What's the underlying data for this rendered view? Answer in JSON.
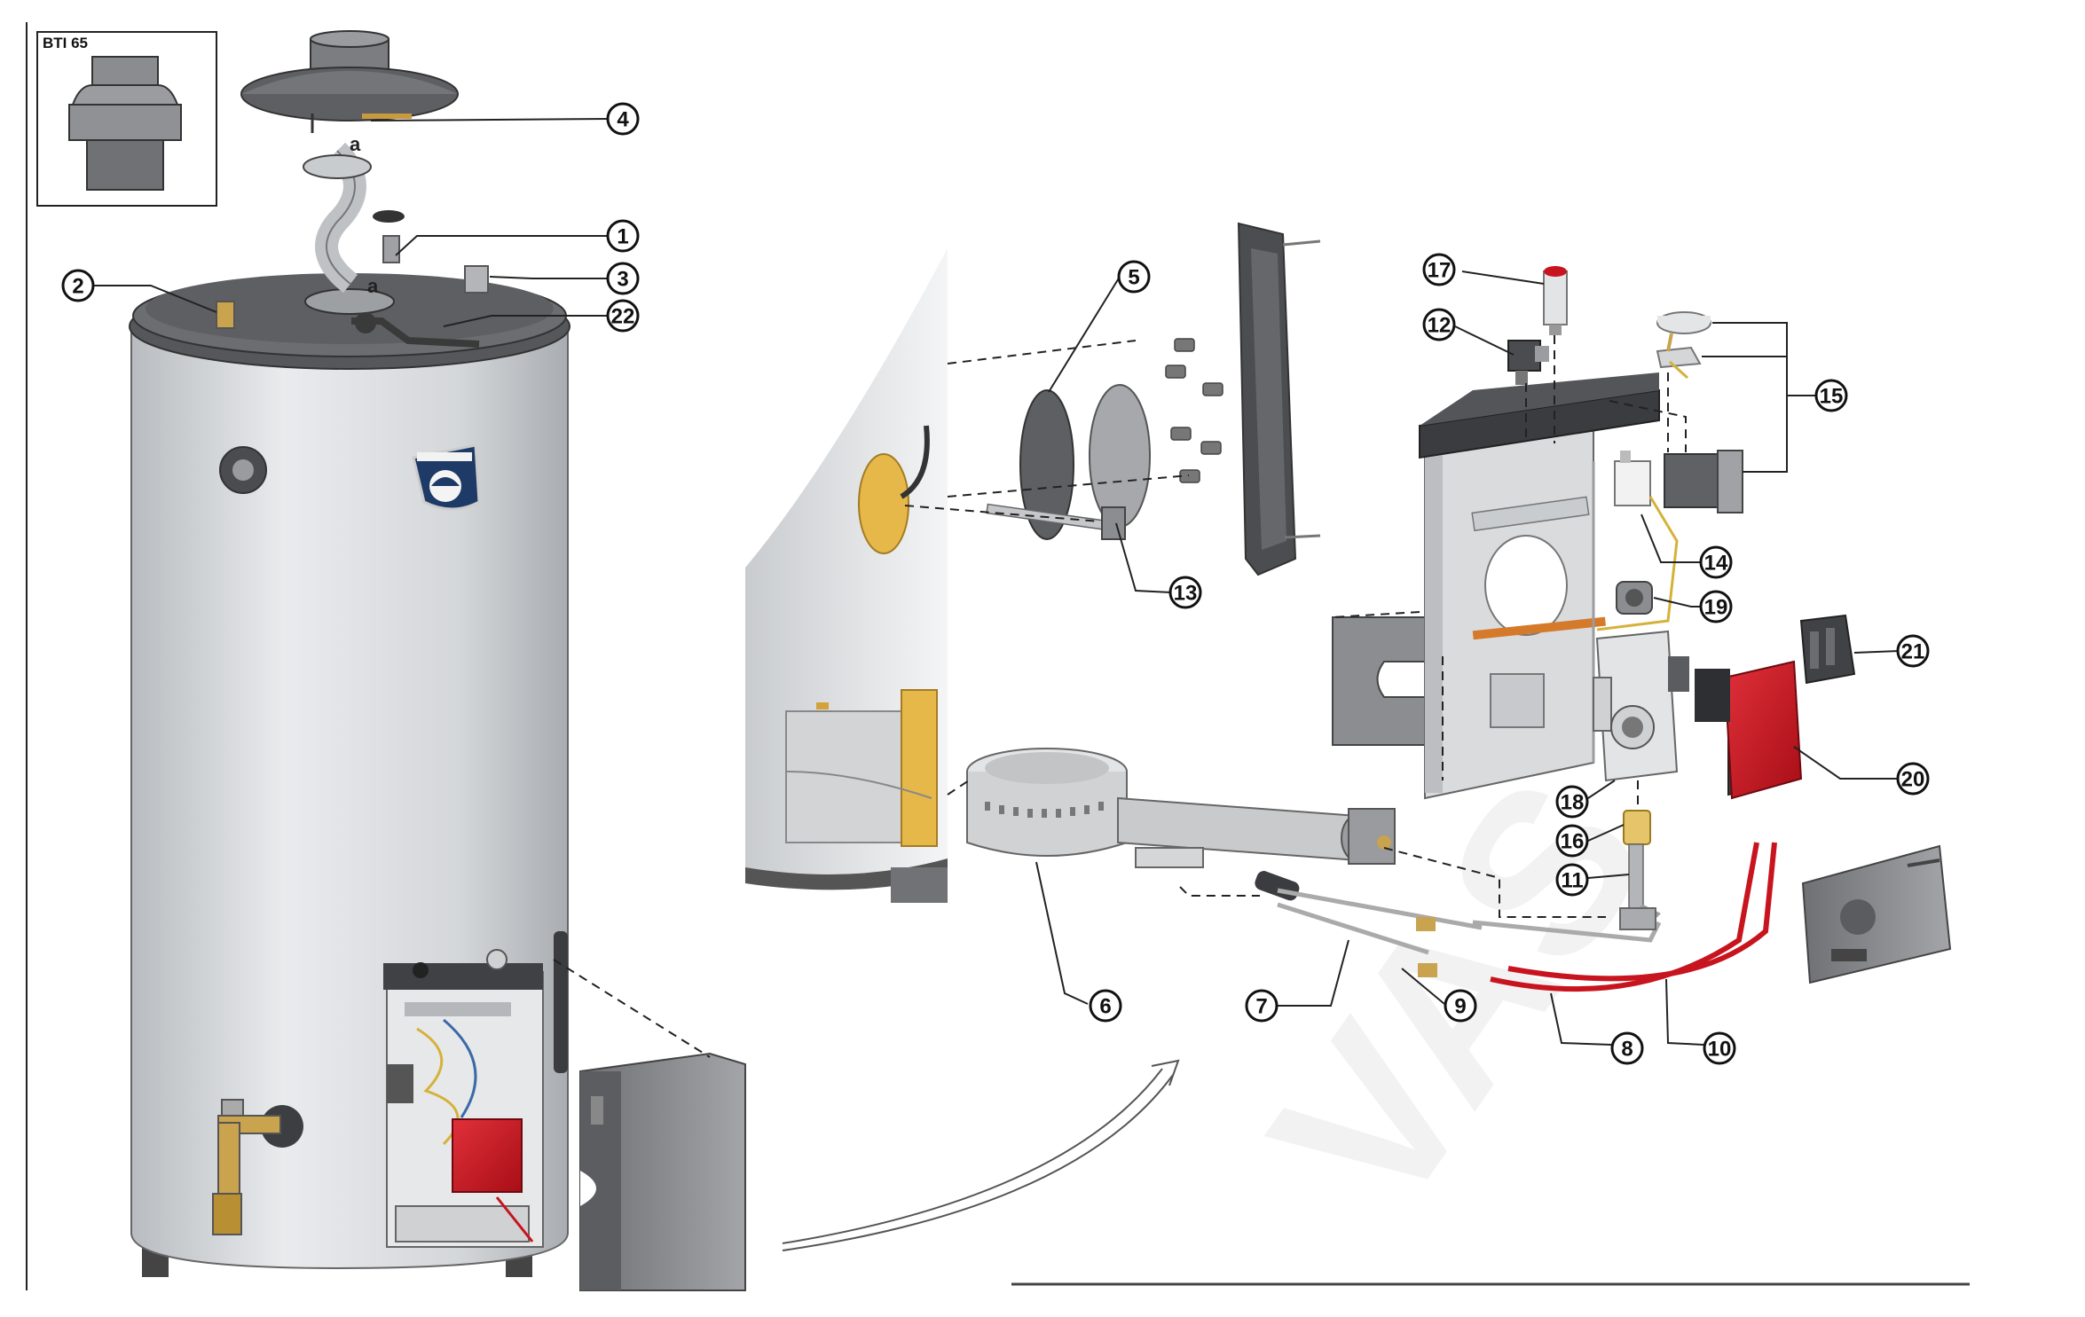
{
  "inset": {
    "label": "BTI 65"
  },
  "letters": [
    "a",
    "a"
  ],
  "watermark": "VAS",
  "colors": {
    "tank_body": "#d9dcdf",
    "tank_top": "#5c5e61",
    "control_red": "#c8141e",
    "insulation": "#e6b84a",
    "panel_grey": "#808285",
    "line_dark": "#222222"
  },
  "callouts": [
    {
      "label": "1"
    },
    {
      "label": "2"
    },
    {
      "label": "3"
    },
    {
      "label": "4"
    },
    {
      "label": "22"
    },
    {
      "label": "5"
    },
    {
      "label": "13"
    },
    {
      "label": "17"
    },
    {
      "label": "12"
    },
    {
      "label": "15"
    },
    {
      "label": "14"
    },
    {
      "label": "19"
    },
    {
      "label": "21"
    },
    {
      "label": "20"
    },
    {
      "label": "18"
    },
    {
      "label": "16"
    },
    {
      "label": "11"
    },
    {
      "label": "6"
    },
    {
      "label": "7"
    },
    {
      "label": "9"
    },
    {
      "label": "8"
    },
    {
      "label": "10"
    }
  ]
}
